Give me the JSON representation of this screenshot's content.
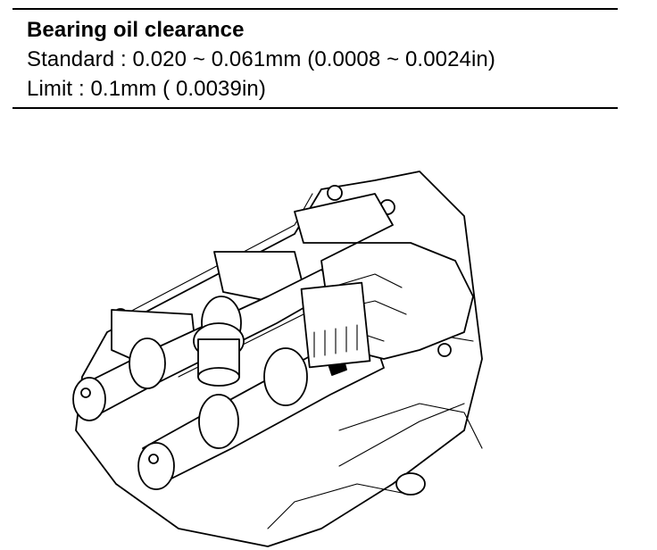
{
  "spec": {
    "title": "Bearing oil clearance",
    "standard": "Standard : 0.020 ~ 0.061mm (0.0008 ~ 0.0024in)",
    "limit": "Limit :  0.1mm ( 0.0039in)"
  },
  "figure": {
    "description_icon": "camshaft-cylinder-head-illustration"
  }
}
